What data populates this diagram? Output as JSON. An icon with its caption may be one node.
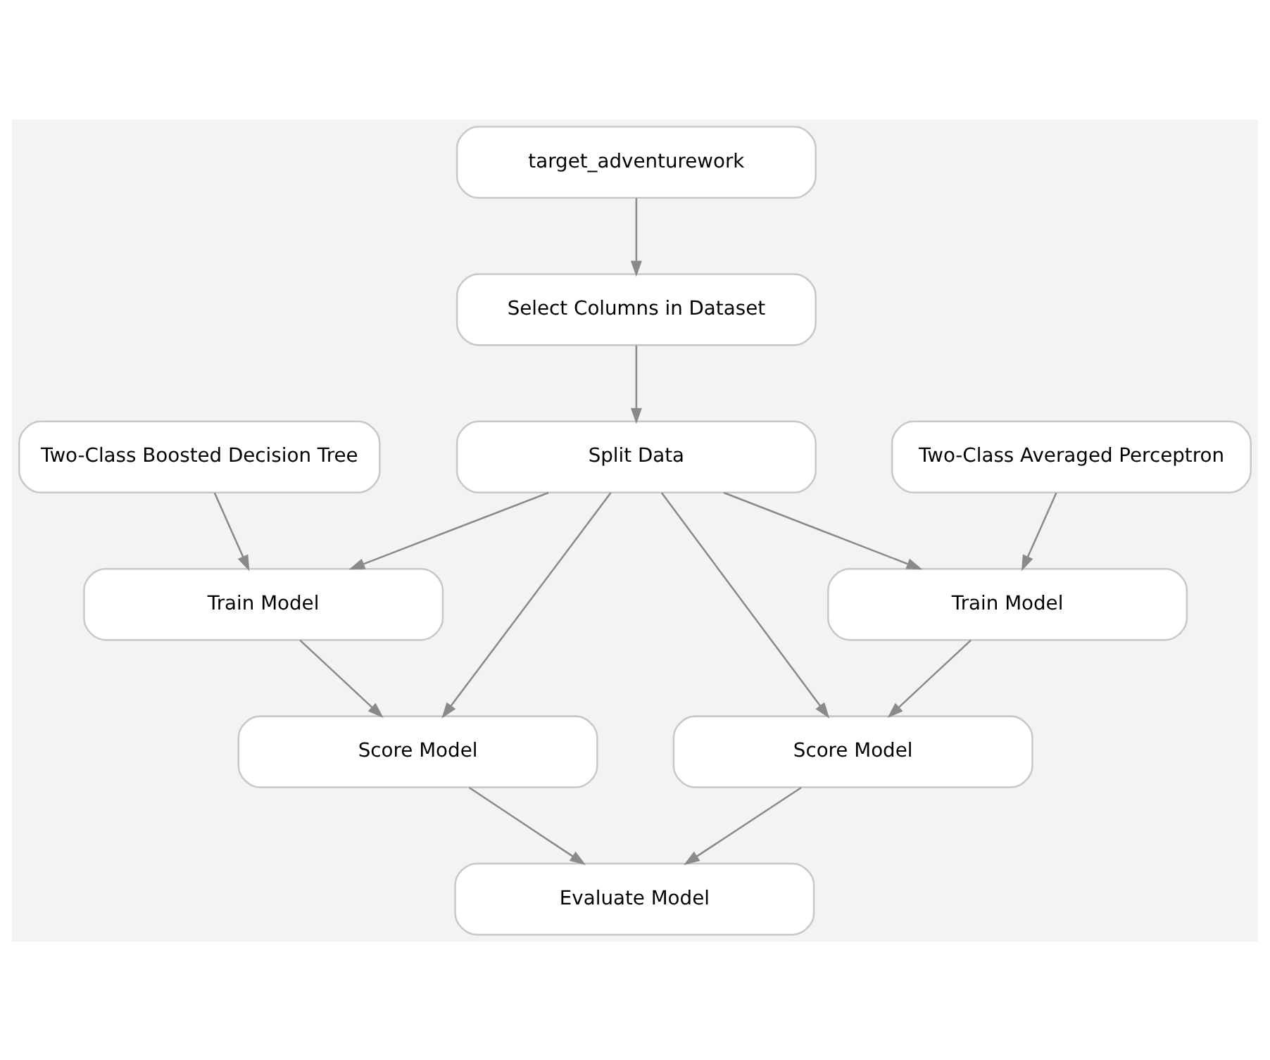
{
  "diagram": {
    "nodes": [
      {
        "text": [
          "target_adventurework"
        ]
      },
      {
        "text": [
          "Select Columns in Dataset"
        ]
      },
      {
        "text": [
          "Two-Class Boosted Decision Tree"
        ]
      },
      {
        "text": [
          "Split Data"
        ]
      },
      {
        "text": [
          "Two-Class Averaged Perceptron"
        ]
      },
      {
        "text": [
          "Train Model"
        ]
      },
      {
        "text": [
          "Train Model"
        ]
      },
      {
        "text": [
          "Score Model"
        ]
      },
      {
        "text": [
          "Score Model"
        ]
      },
      {
        "text": [
          "Evaluate Model"
        ]
      }
    ],
    "edges": [
      {
        "from": 0,
        "to": 1,
        "arrow": "to"
      },
      {
        "from": 1,
        "to": 3,
        "arrow": "to"
      },
      {
        "from": 2,
        "to": 5,
        "arrow": "to"
      },
      {
        "from": 3,
        "to": 5,
        "arrow": "to"
      },
      {
        "from": 3,
        "to": 6,
        "arrow": "to"
      },
      {
        "from": 3,
        "to": 7,
        "arrow": "to"
      },
      {
        "from": 3,
        "to": 8,
        "arrow": "to"
      },
      {
        "from": 4,
        "to": 6,
        "arrow": "to"
      },
      {
        "from": 5,
        "to": 7,
        "arrow": "to"
      },
      {
        "from": 6,
        "to": 8,
        "arrow": "to"
      },
      {
        "from": 7,
        "to": 9,
        "arrow": "to"
      },
      {
        "from": 8,
        "to": 9,
        "arrow": "to"
      }
    ]
  }
}
